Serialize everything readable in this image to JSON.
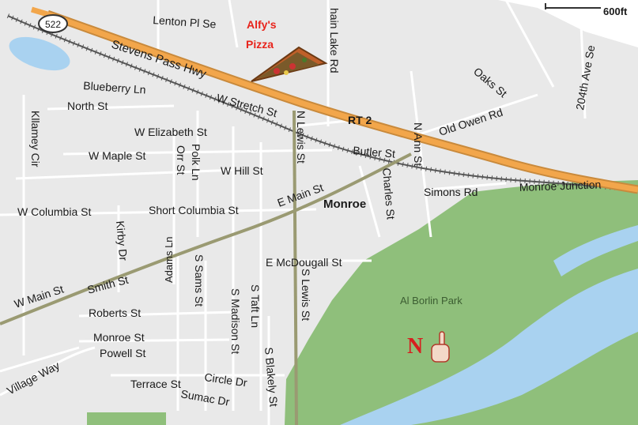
{
  "map": {
    "scale_label": "600ft",
    "highway_shield": "522",
    "highway_name": "Stevens Pass Hwy",
    "route_label": "RT 2",
    "town_label": "Monroe",
    "park_label": "Al Borlin Park",
    "junction_label": "Monroe Junction",
    "landmark": {
      "line1": "Alfy's",
      "line2": "Pizza",
      "icon": "pizza-slice-icon"
    },
    "north_marker": {
      "letter": "N",
      "icon": "pointing-hand-icon"
    },
    "colors": {
      "land": "#e9e9e9",
      "park": "#8fbf7b",
      "water": "#a9d2f0",
      "highway": "#f2a64b",
      "landmark_text": "#e8241c",
      "north": "#d61f1f"
    }
  },
  "streets": {
    "lenton_pl": "Lenton Pl Se",
    "chain_lake": "hain Lake Rd",
    "blueberry": "Blueberry Ln",
    "north_st": "North St",
    "kllamey": "Kllamey Cir",
    "w_stretch": "W Stretch St",
    "w_elizabeth": "W Elizabeth St",
    "w_maple": "W Maple St",
    "polk": "Polk Ln",
    "orr": "Orr St",
    "w_hill": "W Hill St",
    "n_lewis": "N Lewis St",
    "butler": "Butler St",
    "n_ann": "N Ann St",
    "old_owen": "Old Owen Rd",
    "oaks": "Oaks St",
    "ave_204": "204th Ave Se",
    "simons": "Simons Rd",
    "charles": "Charles St",
    "w_columbia": "W Columbia St",
    "short_columbia": "Short Columbia St",
    "e_main": "E Main St",
    "kirby": "Kirby Dr",
    "e_mcdougall": "E McDougall St",
    "smith": "Smith St",
    "w_main": "W Main St",
    "s_sams": "S Sams St",
    "adams": "Adams Ln",
    "s_madison": "S Madison St",
    "s_taft": "S Taft Ln",
    "s_lewis": "S Lewis St",
    "roberts": "Roberts St",
    "monroe_st": "Monroe St",
    "powell": "Powell St",
    "village_way": "Village Way",
    "s_blakely": "S Blakely St",
    "circle": "Circle Dr",
    "terrace": "Terrace St",
    "sumac": "Sumac Dr"
  }
}
